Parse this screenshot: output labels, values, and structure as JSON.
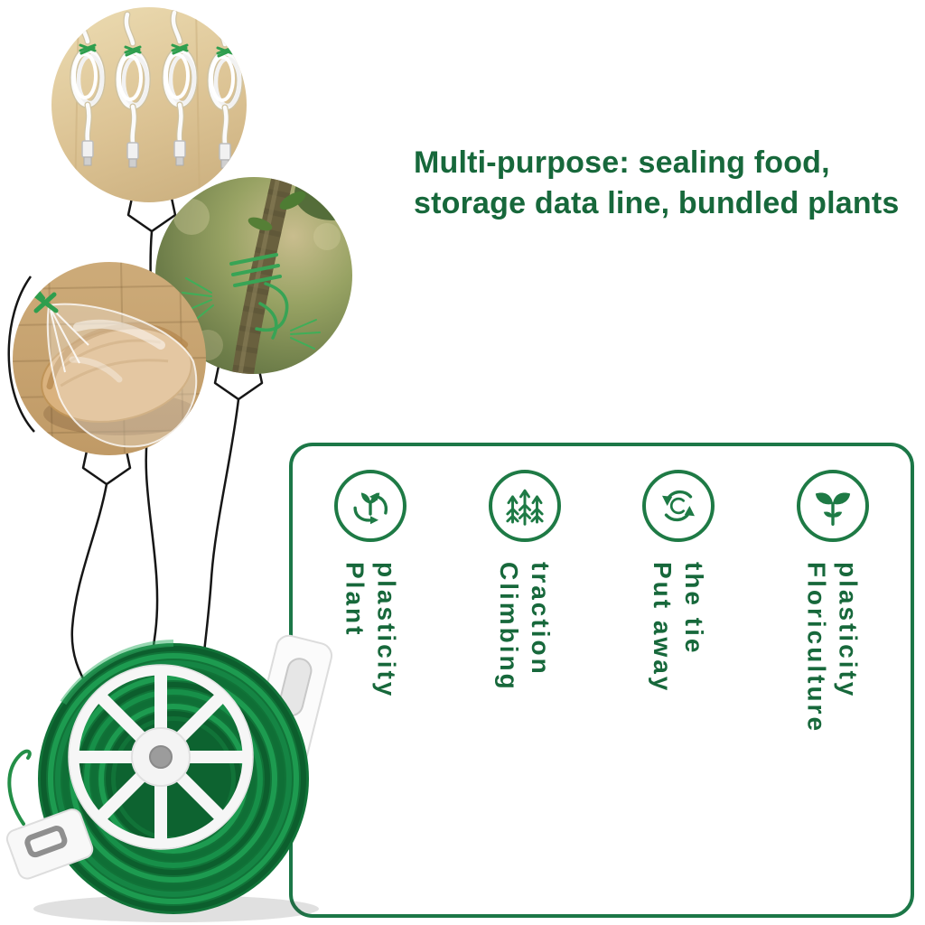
{
  "heading": {
    "text": "Multi-purpose: sealing food,\nstorage data line, bundled plants",
    "color": "#17683b"
  },
  "colors": {
    "accent_green": "#1e7a45",
    "panel_border": "#1c7747",
    "wire_green": "#2f9e4e"
  },
  "features": [
    {
      "id": "plant-plasticity",
      "label": "Plant\nplasticity",
      "icon": "plant-rotation-icon"
    },
    {
      "id": "climbing-traction",
      "label": "Climbing\ntraction",
      "icon": "climbing-trees-icon"
    },
    {
      "id": "put-away-the-tie",
      "label": "Put away\nthe tie",
      "icon": "circular-arrows-icon"
    },
    {
      "id": "floriculture-plasticity",
      "label": "Floriculture\nplasticity",
      "icon": "seedling-icon"
    }
  ],
  "photos": [
    {
      "name": "bundled-data-cables"
    },
    {
      "name": "plant-stem-tied-with-wire"
    },
    {
      "name": "bread-bag-sealed-with-tie"
    },
    {
      "name": "green-twist-tie-wire-spool"
    }
  ]
}
